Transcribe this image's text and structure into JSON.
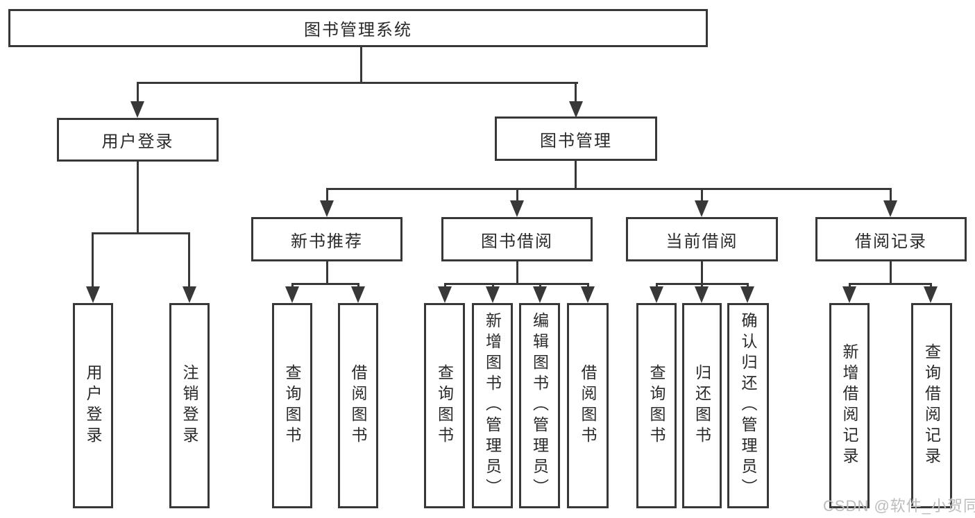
{
  "diagram_title": "图书管理系统",
  "nodes": {
    "root": "图书管理系统",
    "user_login": "用户登录",
    "book_mgmt": "图书管理",
    "new_book_rec": "新书推荐",
    "book_borrow": "图书借阅",
    "current_borrow": "当前借阅",
    "borrow_records": "借阅记录",
    "leaf_user_login": "用户登录",
    "leaf_logout": "注销登录",
    "leaf_nb_query": "查询图书",
    "leaf_nb_borrow": "借阅图书",
    "leaf_bb_query": "查询图书",
    "leaf_bb_add": "新增图书（管理员）",
    "leaf_bb_edit": "编辑图书（管理员）",
    "leaf_bb_borrow": "借阅图书",
    "leaf_cb_query": "查询图书",
    "leaf_cb_return": "归还图书",
    "leaf_cb_confirm": "确认归还（管理员）",
    "leaf_br_add": "新增借阅记录",
    "leaf_br_query": "查询借阅记录"
  },
  "watermark": "CSDN @软件_小贺同学",
  "colors": {
    "line": "#383838",
    "box_border": "#383838",
    "box_background": "#ffffff",
    "text": "#2a2a2a",
    "watermark": "#bcbcbc"
  }
}
